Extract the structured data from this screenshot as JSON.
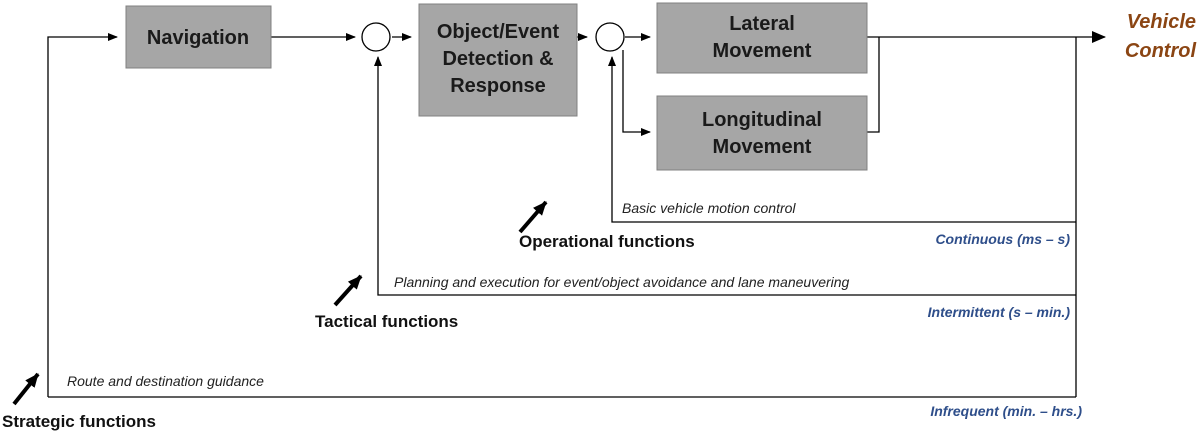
{
  "blocks": {
    "navigation": "Navigation",
    "object_event_line1": "Object/Event",
    "object_event_line2": "Detection &",
    "object_event_line3": "Response",
    "lateral_line1": "Lateral",
    "lateral_line2": "Movement",
    "longitudinal_line1": "Longitudinal",
    "longitudinal_line2": "Movement"
  },
  "output": {
    "line1": "Vehicle",
    "line2": "Control"
  },
  "loops": {
    "operational_note": "Basic vehicle motion control",
    "operational_frequency": "Continuous (ms – s)",
    "tactical_note": "Planning and execution for event/object avoidance and lane maneuvering",
    "tactical_frequency": "Intermittent (s – min.)",
    "strategic_note": "Route and destination guidance",
    "strategic_frequency": "Infrequent (min. – hrs.)"
  },
  "functions": {
    "operational": "Operational  functions",
    "tactical": "Tactical  functions",
    "strategic": "Strategic functions"
  },
  "colors": {
    "block_fill": "#a6a6a6",
    "frequency_text": "#2e4e8a",
    "output_text": "#8b4513"
  }
}
